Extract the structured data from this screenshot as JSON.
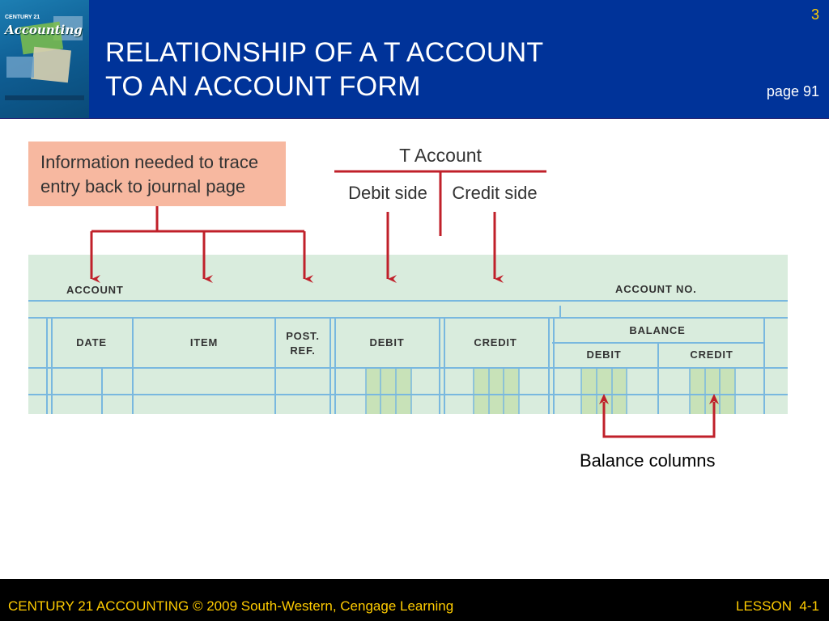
{
  "slide": {
    "number": "3",
    "title_line1": "RELATIONSHIP OF A T ACCOUNT",
    "title_line2": "TO AN ACCOUNT FORM",
    "page_ref": "page 91"
  },
  "logo": {
    "series": "CENTURY 21",
    "title": "Accounting"
  },
  "diagram": {
    "info_note_line1": "Information needed to trace",
    "info_note_line2": "entry back to journal page",
    "t_account_label": "T Account",
    "debit_side_label": "Debit side",
    "credit_side_label": "Credit side",
    "account_label": "ACCOUNT",
    "account_no_label": "ACCOUNT NO.",
    "columns": {
      "date": "DATE",
      "item": "ITEM",
      "post_ref_line1": "POST.",
      "post_ref_line2": "REF.",
      "debit": "DEBIT",
      "credit": "CREDIT",
      "balance": "BALANCE",
      "balance_debit": "DEBIT",
      "balance_credit": "CREDIT"
    },
    "balance_columns_caption": "Balance columns",
    "colors": {
      "form_bg": "#d9ecdd",
      "form_line": "#79b8df",
      "note_bg": "#f7b8a0",
      "arrow": "#c0202a"
    }
  },
  "footer": {
    "left": "CENTURY 21 ACCOUNTING © 2009 South-Western, Cengage Learning",
    "right": "LESSON  4-1"
  }
}
